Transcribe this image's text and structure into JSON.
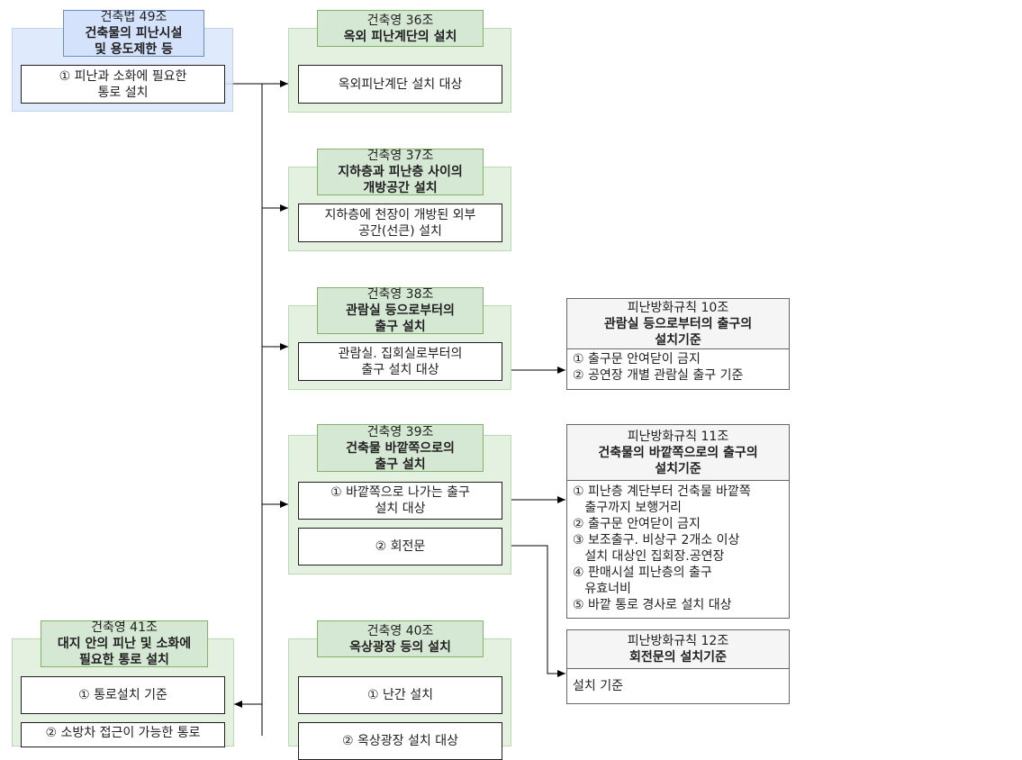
{
  "law49": {
    "number": "건축법 49조",
    "title_line1": "건축물의 피난시설",
    "title_line2": "및 용도제한 등",
    "item1_line1": "① 피난과 소화에 필요한",
    "item1_line2": "통로 설치"
  },
  "decree36": {
    "number": "건축영 36조",
    "title": "옥외 피난계단의 설치",
    "item1": "옥외피난계단 설치 대상"
  },
  "decree37": {
    "number": "건축영 37조",
    "title_line1": "지하층과 피난층 사이의",
    "title_line2": "개방공간 설치",
    "item1_line1": "지하층에 천장이 개방된 외부",
    "item1_line2": "공간(선큰) 설치"
  },
  "decree38": {
    "number": "건축영 38조",
    "title_line1": "관람실 등으로부터의",
    "title_line2": "출구 설치",
    "item1_line1": "관람실. 집회실로부터의",
    "item1_line2": "출구 설치 대상"
  },
  "decree39": {
    "number": "건축영 39조",
    "title_line1": "건축물 바깥쪽으로의",
    "title_line2": "출구 설치",
    "item1_line1": "① 바깥쪽으로 나가는 출구",
    "item1_line2": "설치 대상",
    "item2": "② 회전문"
  },
  "decree40": {
    "number": "건축영 40조",
    "title": "옥상광장 등의 설치",
    "item1": "① 난간 설치",
    "item2_partial": "② 옥상광장 설치 대상"
  },
  "decree41": {
    "number": "건축영 41조",
    "title_line1": "대지 안의 피난 및 소화에",
    "title_line2": "필요한 통로 설치",
    "item1": "① 통로설치 기준",
    "item2_partial": "② 소방차 접근이 가능한 통로"
  },
  "rule10": {
    "number": "피난방화규칙 10조",
    "title_line1": "관람실 등으로부터의 출구의",
    "title_line2": "설치기준",
    "lines": [
      "① 출구문 안여닫이 금지",
      "② 공연장 개별 관람실 출구 기준"
    ]
  },
  "rule11": {
    "number": "피난방화규칙 11조",
    "title_line1": "건축물의 바깥쪽으로의 출구의",
    "title_line2": "설치기준",
    "lines": [
      "① 피난층 계단부터 건축물 바깥쪽",
      "   출구까지 보행거리",
      "② 출구문 안여닫이 금지",
      "③ 보조출구. 비상구 2개소 이상",
      "   설치 대상인 집회장.공연장",
      "④ 판매시설 피난층의 출구",
      "   유효너비",
      "⑤ 바깥 통로 경사로 설치 대상"
    ]
  },
  "rule12": {
    "number": "피난방화규칙 12조",
    "title": "회전문의 설치기준",
    "body": "설치 기준"
  },
  "colors": {
    "blue_fill": "#dae8fc",
    "blue_stroke": "#6c8ebf",
    "green_fill": "#d5e8d4",
    "green_stroke": "#82b366",
    "gray_fill": "#f5f5f5"
  }
}
